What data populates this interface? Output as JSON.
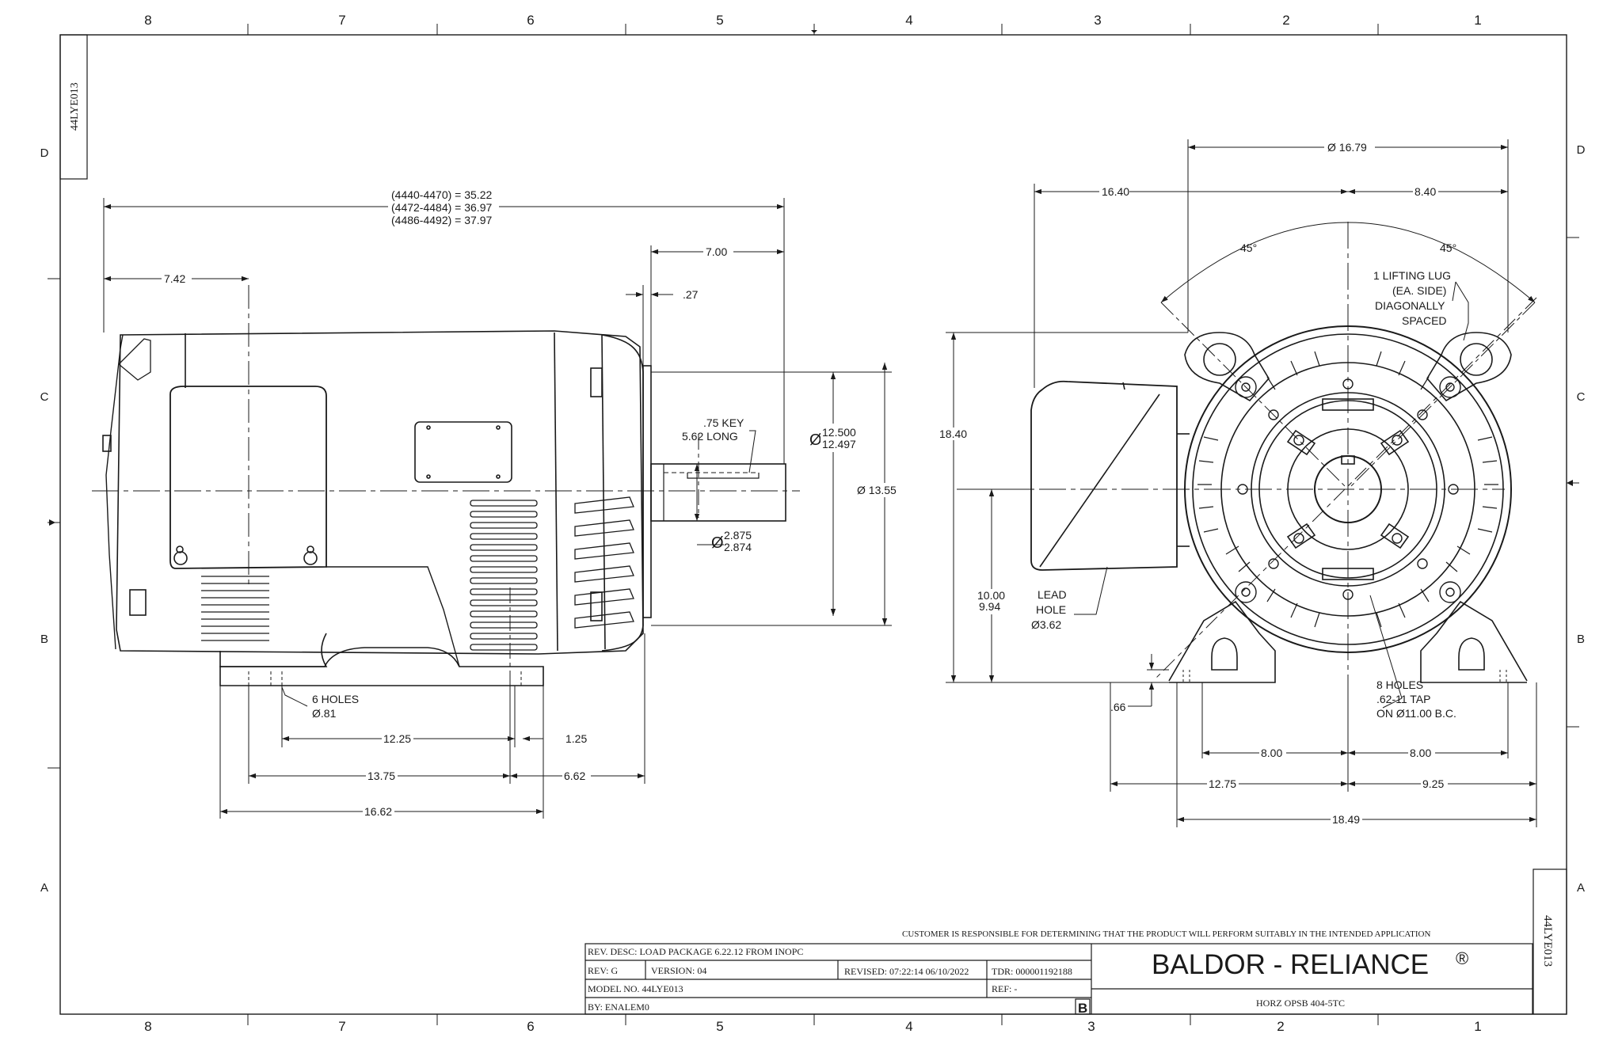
{
  "drawing_number": "44LYE013",
  "zone_columns": [
    "8",
    "7",
    "6",
    "5",
    "4",
    "3",
    "2",
    "1"
  ],
  "zone_rows": [
    "D",
    "C",
    "B",
    "A"
  ],
  "side_view": {
    "overall_length_lines": [
      "(4440-4470) = 35.22",
      "(4472-4484) = 36.97",
      "(4486-4492) = 37.97"
    ],
    "dim_7_42": "7.42",
    "dim_7_00": "7.00",
    "dim_27": ".27",
    "key_line1": ".75 KEY",
    "key_line2": "5.62 LONG",
    "pilot_dia_top": "12.500",
    "pilot_dia_bottom": "12.497",
    "flange_dia": "Ø 13.55",
    "shaft_dia_top": "2.875",
    "shaft_dia_bottom": "2.874",
    "holes_line1": "6 HOLES",
    "holes_line2": "Ø.81",
    "dim_12_25": "12.25",
    "dim_1_25": "1.25",
    "dim_13_75": "13.75",
    "dim_6_62": "6.62",
    "dim_16_62": "16.62"
  },
  "end_view": {
    "dim_16_79": "Ø 16.79",
    "dim_16_40": "16.40",
    "dim_8_40": "8.40",
    "angle_left": "45°",
    "angle_right": "45°",
    "lug_lines": [
      "1 LIFTING LUG",
      "(EA. SIDE)",
      "DIAGONALLY",
      "SPACED"
    ],
    "dim_18_40": "18.40",
    "dim_10_00": "10.00",
    "dim_9_94": "9.94",
    "lead_lines": [
      "LEAD",
      "HOLE",
      "Ø3.62"
    ],
    "dim_66": ".66",
    "tap_lines": [
      "8 HOLES",
      ".62-11 TAP",
      "ON Ø11.00 B.C."
    ],
    "dim_8_00_left": "8.00",
    "dim_8_00_right": "8.00",
    "dim_12_75": "12.75",
    "dim_9_25": "9.25",
    "dim_18_49": "18.49"
  },
  "title_block": {
    "disclaimer": "CUSTOMER IS RESPONSIBLE FOR DETERMINING THAT THE PRODUCT WILL PERFORM SUITABLY IN THE INTENDED APPLICATION",
    "rev_desc": "REV. DESC: LOAD PACKAGE 6.22.12 FROM INOPC",
    "rev": "REV:  G",
    "version": "VERSION:  04",
    "revised": "REVISED:  07:22:14 06/10/2022",
    "tdr": "TDR: 000001192188",
    "model": "MODEL NO.  44LYE013",
    "ref": "REF:  -",
    "by": "BY: ENALEM0",
    "sheet_letter": "B",
    "brand": "BALDOR - RELIANCE",
    "brand_mark": "®",
    "description": "HORZ OPSB 404-5TC"
  }
}
